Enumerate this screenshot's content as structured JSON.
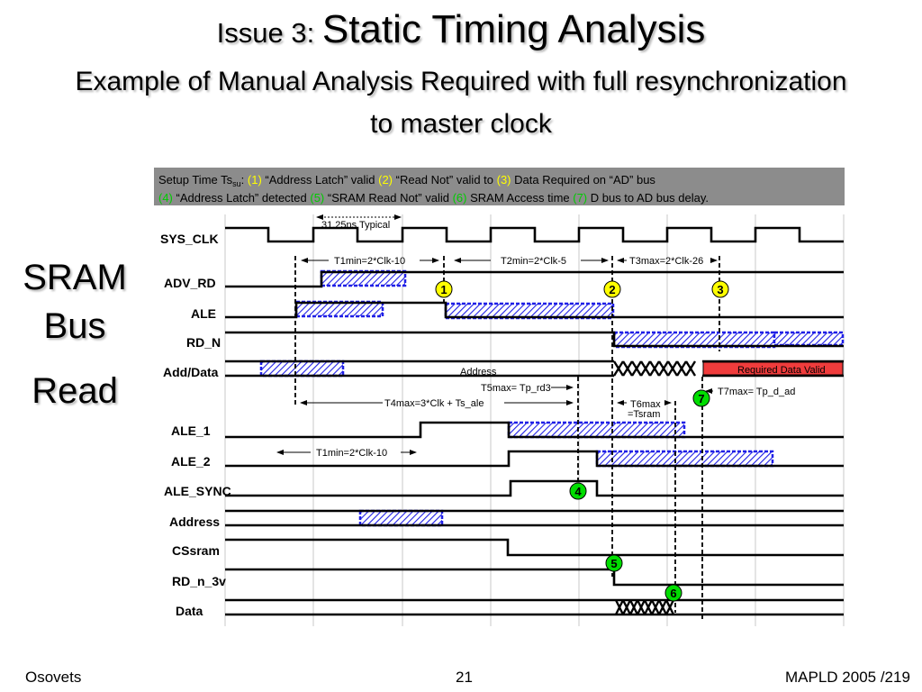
{
  "slide": {
    "title_prefix": "Issue 3: ",
    "title_main": "Static Timing Analysis",
    "subtitle_line1": "Example of Manual Analysis Required with full resynchronization",
    "subtitle_line2": "to master clock",
    "side_line1": "SRAM",
    "side_line2": "Bus",
    "side_line3": "Read",
    "footer_left": "Osovets",
    "footer_center": "21",
    "footer_right": "MAPLD 2005 /219"
  },
  "legend": {
    "line1": [
      {
        "text": "Setup Time Ts",
        "color": "#000000"
      },
      {
        "text": "su",
        "color": "#000000",
        "sub": true
      },
      {
        "text": ": ",
        "color": "#000000"
      },
      {
        "text": "(1)",
        "color": "#ffff00"
      },
      {
        "text": " “Address Latch” valid  ",
        "color": "#000000"
      },
      {
        "text": "(2)",
        "color": "#ffff00"
      },
      {
        "text": " “Read Not” valid to ",
        "color": "#000000"
      },
      {
        "text": "(3)",
        "color": "#ffff00"
      },
      {
        "text": " Data Required on “AD” bus",
        "color": "#000000"
      }
    ],
    "line2": [
      {
        "text": "(4)",
        "color": "#00cc00"
      },
      {
        "text": " “Address Latch” detected ",
        "color": "#000000"
      },
      {
        "text": "(5)",
        "color": "#00cc00"
      },
      {
        "text": " “SRAM Read Not” valid ",
        "color": "#000000"
      },
      {
        "text": "(6)",
        "color": "#00cc00"
      },
      {
        "text": " SRAM Access time ",
        "color": "#000000"
      },
      {
        "text": "(7)",
        "color": "#00cc00"
      },
      {
        "text": " D bus to AD bus delay.",
        "color": "#000000"
      }
    ]
  },
  "signals": [
    {
      "id": "sys-clk",
      "label": "SYS_CLK"
    },
    {
      "id": "adv-rd",
      "label": "ADV_RD"
    },
    {
      "id": "ale",
      "label": "ALE"
    },
    {
      "id": "rd-n",
      "label": "RD_N"
    },
    {
      "id": "add-data",
      "label": "Add/Data"
    },
    {
      "id": "ale-1",
      "label": "ALE_1"
    },
    {
      "id": "ale-2",
      "label": "ALE_2"
    },
    {
      "id": "ale-sync",
      "label": "ALE_SYNC"
    },
    {
      "id": "address",
      "label": "Address"
    },
    {
      "id": "cssram",
      "label": "CSsram"
    },
    {
      "id": "rd-n-3v",
      "label": "RD_n_3v"
    },
    {
      "id": "data",
      "label": "Data"
    }
  ],
  "annotations": {
    "clk_period": "31.25ns Typical",
    "t1": "T1min=2*Clk-10",
    "t2": "T2min=2*Clk-5",
    "t3": "T3max=2*Clk-26",
    "t1b": "T1min=2*Clk-10",
    "t4": "T4max=3*Clk + Ts_ale",
    "t5": "T5max= Tp_rd3",
    "t6a": "T6max",
    "t6b": "=Tsram",
    "t7": "T7max= Tp_d_ad",
    "address_text": "Address",
    "required_text": "Required Data Valid"
  },
  "markers": {
    "yellow": [
      "1",
      "2",
      "3"
    ],
    "green": [
      "4",
      "5",
      "6",
      "7"
    ]
  },
  "colors": {
    "hatch_blue": "#1f1fe6",
    "marker_yellow": "#ffff00",
    "marker_green": "#00dd00",
    "legend_bg": "#8c8c8c",
    "required_red": "#f03c3c"
  }
}
